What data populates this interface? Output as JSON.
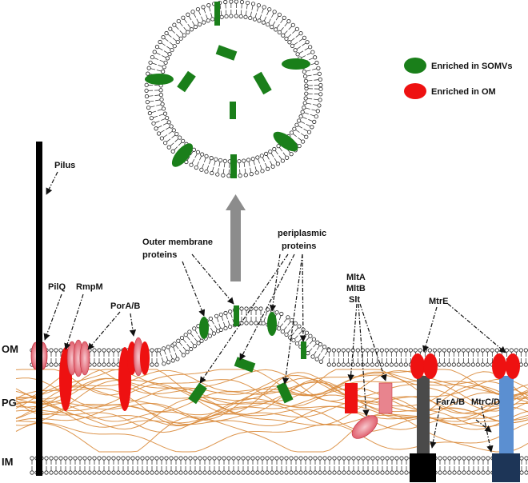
{
  "legend": [
    {
      "label": "Enriched in SOMVs",
      "color": "#1a7f1a"
    },
    {
      "label": "Enriched in OM",
      "color": "#ee1111"
    }
  ],
  "layers": {
    "om": "OM",
    "pg": "PG",
    "im": "IM"
  },
  "labels": {
    "pilus": "Pilus",
    "pilq": "PilQ",
    "rmpm": "RmpM",
    "pora": "PorA/B",
    "omp_line1": "Outer membrane",
    "omp_line2": "proteins",
    "peri_line1": "periplasmic",
    "peri_line2": "proteins",
    "mlta": "MltA",
    "mltb": "MltB",
    "slt": "Slt",
    "mtre": "MtrE",
    "fara": "FarA/B",
    "mtrc": "MtrC/D"
  },
  "colors": {
    "green": "#1a7f1a",
    "red": "#ee1111",
    "pink": "#e8848e",
    "fiber": "#d98a3a",
    "arrow": "#8c8c8c",
    "tunnel_dark": "#4a4a4a",
    "tunnel_blue": "#5b8fd1",
    "box_navy": "#1d3557"
  }
}
